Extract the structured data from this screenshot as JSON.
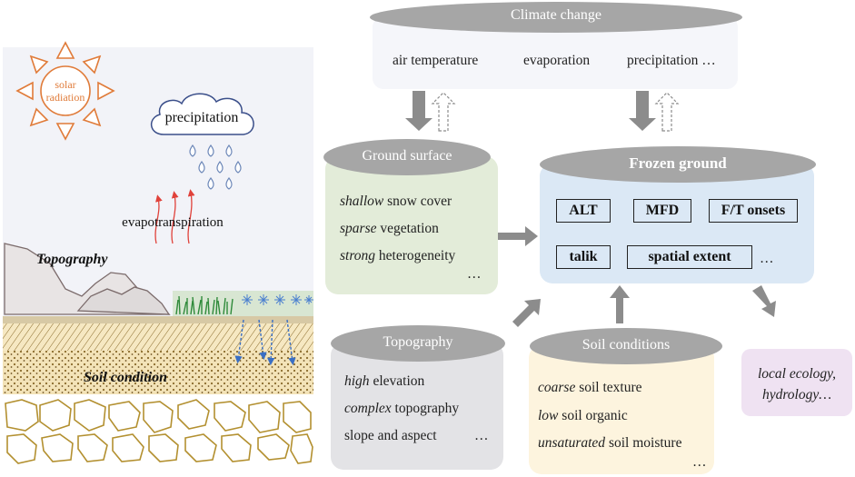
{
  "left_panel": {
    "sun_label_line1": "solar",
    "sun_label_line2": "radiation",
    "cloud_label": "precipitation",
    "evapo_label": "evapotranspiration",
    "topography_label": "Topography",
    "soil_label": "Soil condition"
  },
  "climate": {
    "title": "Climate change",
    "items": [
      "air temperature",
      "evaporation",
      "precipitation …"
    ]
  },
  "ground_surface": {
    "title": "Ground surface",
    "lines": [
      {
        "em": "shallow",
        "rest": " snow cover"
      },
      {
        "em": "sparse",
        "rest": " vegetation"
      },
      {
        "em": "strong",
        "rest": " heterogeneity"
      }
    ],
    "ellipsis": "…"
  },
  "frozen_ground": {
    "title": "Frozen ground",
    "boxes": [
      "ALT",
      "MFD",
      "F/T onsets",
      "talik",
      "spatial extent"
    ],
    "ellipsis": "…"
  },
  "topography": {
    "title": "Topography",
    "lines": [
      {
        "em": "high",
        "rest": " elevation"
      },
      {
        "em": "complex",
        "rest": " topography"
      },
      {
        "em": "",
        "rest": "slope and aspect"
      }
    ],
    "ellipsis": "…"
  },
  "soil_conditions": {
    "title": "Soil conditions",
    "lines": [
      {
        "em": "coarse",
        "rest": " soil texture"
      },
      {
        "em": "low",
        "rest": " soil organic"
      },
      {
        "em": "unsaturated",
        "rest": " soil moisture"
      }
    ],
    "ellipsis": "…"
  },
  "impacts": {
    "line1": "local ecology,",
    "line2": "hydrology…"
  },
  "colors": {
    "header_gray": "#a6a6a6",
    "climate_panel": "#f5f6fa",
    "ground_panel": "#e3ecd9",
    "frozen_panel": "#dbe8f5",
    "topo_panel": "#e3e3e6",
    "soil_panel": "#fdf4de",
    "impact_panel": "#efe2f2",
    "sun": "#e07b39",
    "arrow_gray": "#8c8c8c"
  }
}
